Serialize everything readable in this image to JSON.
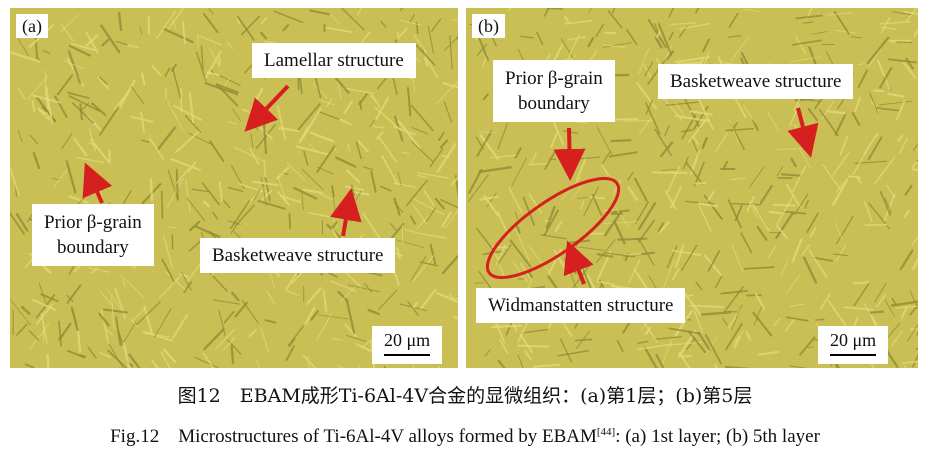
{
  "panel_a": {
    "tag": "(a)",
    "labels": {
      "lamellar": "Lamellar structure",
      "prior_beta_line1": "Prior β-grain",
      "prior_beta_line2": "boundary",
      "basketweave": "Basketweave structure"
    },
    "scale_bar": "20 μm"
  },
  "panel_b": {
    "tag": "(b)",
    "labels": {
      "prior_beta_line1": "Prior β-grain",
      "prior_beta_line2": "boundary",
      "basketweave": "Basketweave structure",
      "widmanstatten": "Widmanstatten structure"
    },
    "scale_bar": "20 μm"
  },
  "caption": {
    "cn": "图12　EBAM成形Ti-6Al-4V合金的显微组织：(a)第1层；(b)第5层",
    "en_main": "Fig.12　Microstructures of Ti-6Al-4V alloys formed by EBAM",
    "en_ref": "[44]",
    "en_tail": ": (a) 1st layer; (b) 5th layer"
  },
  "colors": {
    "micrograph": "#c9bf54",
    "arrow": "#d61f1f",
    "label_bg": "#ffffff"
  }
}
